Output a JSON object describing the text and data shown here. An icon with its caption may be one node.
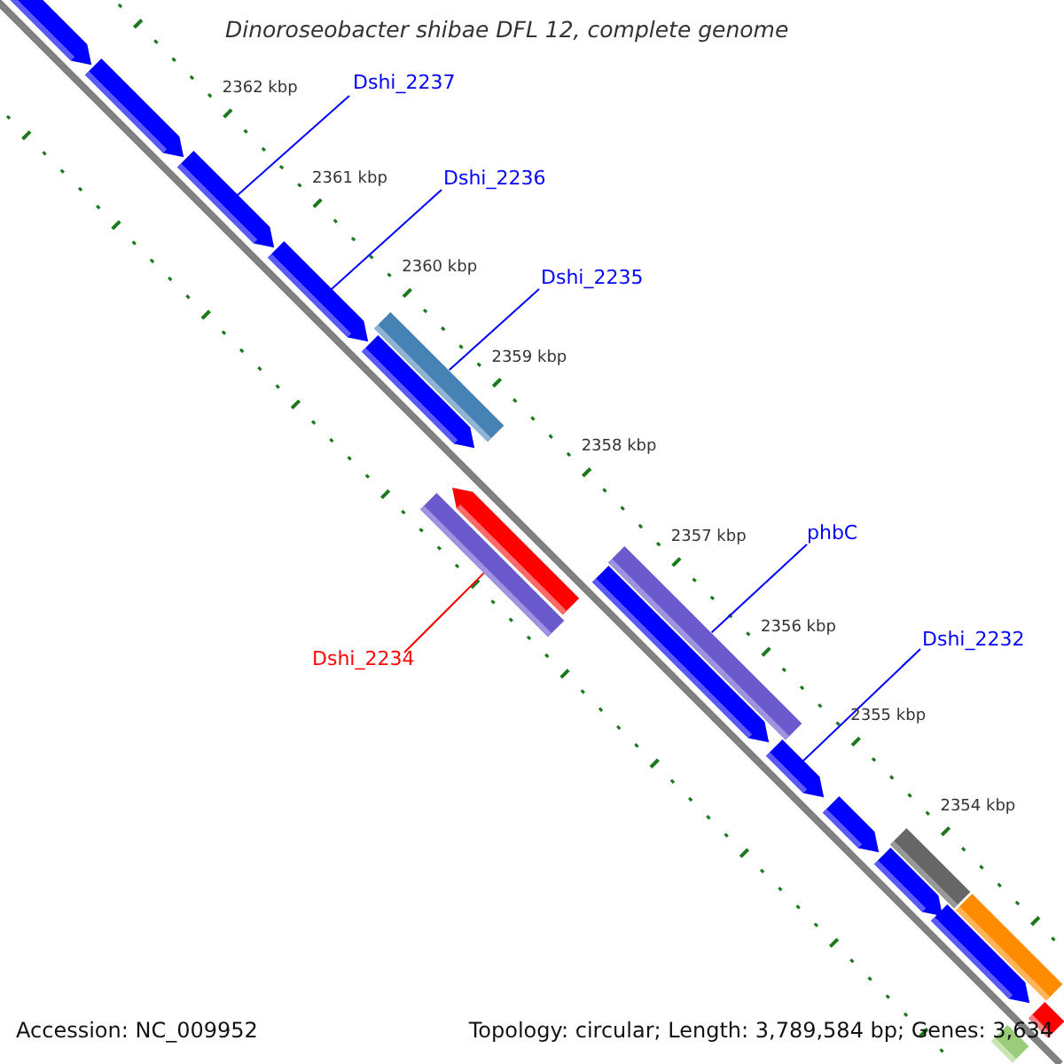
{
  "diagram": {
    "title": "Dinoroseobacter shibae DFL 12, complete genome",
    "nodes": [
      {
        "text": [],
        "shape": "arrow"
      },
      {
        "text": [],
        "shape": "arrow"
      },
      {
        "text": [],
        "shape": "arrow"
      },
      {
        "text": [],
        "shape": "arrow"
      },
      {
        "text": [],
        "shape": "bar"
      },
      {
        "text": [],
        "shape": "arrow"
      },
      {
        "text": [],
        "shape": "bar"
      },
      {
        "text": [],
        "shape": "arrow"
      },
      {
        "text": [],
        "shape": "bar"
      },
      {
        "text": [],
        "shape": "arrow"
      },
      {
        "text": [],
        "shape": "arrow"
      },
      {
        "text": [],
        "shape": "arrow"
      },
      {
        "text": [],
        "shape": "arrow"
      },
      {
        "text": [],
        "shape": "bar"
      },
      {
        "text": [],
        "shape": "arrow"
      },
      {
        "text": [],
        "shape": "bar"
      },
      {
        "text": [],
        "shape": "bar"
      },
      {
        "text": [],
        "shape": "bar"
      },
      {
        "text": [
          "Dshi_2237"
        ]
      },
      {
        "text": [
          "Dshi_2236"
        ]
      },
      {
        "text": [
          "Dshi_2235"
        ]
      },
      {
        "text": [
          "Dshi_2234"
        ]
      },
      {
        "text": [
          "phbC"
        ]
      },
      {
        "text": [
          "Dshi_2232"
        ]
      }
    ],
    "edges": [
      {
        "from": 18,
        "to": 2,
        "arrow": "none"
      },
      {
        "from": 19,
        "to": 3,
        "arrow": "none"
      },
      {
        "from": 20,
        "to": 4,
        "arrow": "none"
      },
      {
        "from": 21,
        "to": 6,
        "arrow": "none",
        "color": "#ff0000"
      },
      {
        "from": 22,
        "to": 8,
        "arrow": "none"
      },
      {
        "from": 23,
        "to": 10,
        "arrow": "none"
      }
    ],
    "labels": [
      "2362 kbp",
      "2361 kbp",
      "2360 kbp",
      "2359 kbp",
      "2358 kbp",
      "2357 kbp",
      "2356 kbp",
      "2355 kbp",
      "2354 kbp",
      "Accession: NC_009952",
      "Topology: circular; Length: 3,789,584 bp; Genes: 3,634"
    ]
  }
}
